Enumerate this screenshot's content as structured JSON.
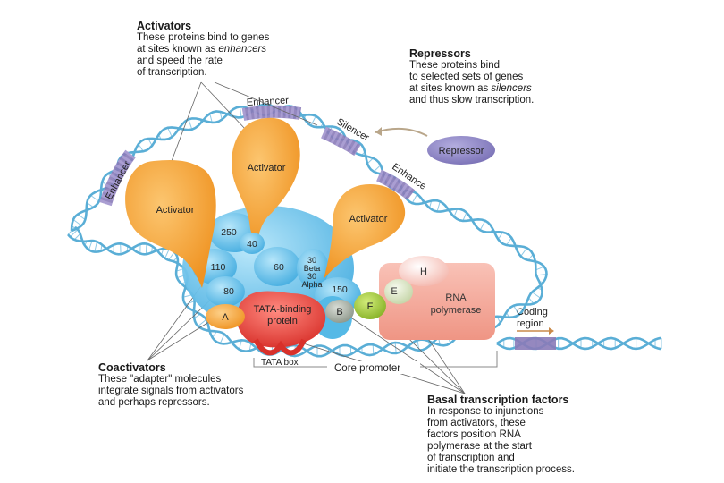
{
  "callouts": {
    "activators": {
      "title": "Activators",
      "line1": "These proteins bind to genes",
      "line2_pre": "at sites known as ",
      "line2_em": "enhancers",
      "line3": "and speed the rate",
      "line4": "of transcription."
    },
    "repressors": {
      "title": "Repressors",
      "line1": "These proteins bind",
      "line2": "to selected sets of genes",
      "line3_pre": "at sites known as ",
      "line3_em": "silencers",
      "line4": "and thus slow transcription."
    },
    "coactivators": {
      "title": "Coactivators",
      "line1": "These \"adapter\" molecules",
      "line2": "integrate signals from activators",
      "line3": "and perhaps repressors."
    },
    "basal": {
      "title": "Basal transcription factors",
      "line1": "In response to injunctions",
      "line2": "from activators, these",
      "line3": "factors position RNA",
      "line4": "polymerase at the start",
      "line5": "of transcription and",
      "line6": "initiate the transcription process."
    }
  },
  "labels": {
    "enhancer_left": "Enhancer",
    "enhancer_top": "Enhancer",
    "silencer": "Silencer",
    "enhancer_right": "Enhance",
    "repressor": "Repressor",
    "activator1": "Activator",
    "activator2": "Activator",
    "activator3": "Activator",
    "taf250": "250",
    "taf40": "40",
    "taf110": "110",
    "taf60": "60",
    "taf80": "80",
    "taf30beta_num": "30",
    "taf30beta": "Beta",
    "taf30alpha_num": "30",
    "taf30alpha": "Alpha",
    "taf150": "150",
    "tata1": "TATA-binding",
    "tata2": "protein",
    "factor_a": "A",
    "factor_b": "B",
    "factor_f": "F",
    "factor_e": "E",
    "factor_h": "H",
    "rna1": "RNA",
    "rna2": "polymerase",
    "coding1": "Coding",
    "coding2": "region",
    "tata_box": "TATA box",
    "core_promoter": "Core promoter"
  },
  "colors": {
    "dna_strand": "#5aaed6",
    "dna_rung": "#8fc9e6",
    "enhancer_band": "#8a7bb8",
    "activator": "#f5a23a",
    "taf": "#7fd0f0",
    "taf_dark": "#4fb3e3",
    "tbp": "#e8453c",
    "repressor": "#8e86c6",
    "polymerase": "#f4a79a",
    "factor_a": "#f3a33c",
    "factor_b": "#a7b0a4",
    "factor_f": "#9ec73a",
    "factor_e": "#dbe6c6"
  }
}
